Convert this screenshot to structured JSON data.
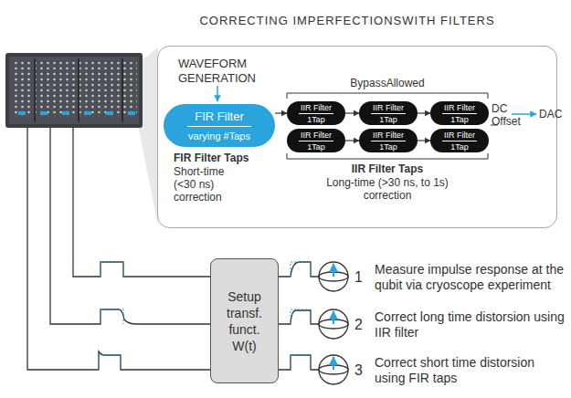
{
  "diagram": {
    "title": "CORRECTING IMPERFECTIONSWITH FILTERS",
    "nodes": [
      {
        "text": [
          "WAVEFORM GENERATION"
        ]
      },
      {
        "text": [
          "FIR Filter",
          "varying #Taps"
        ],
        "in": 0
      },
      {
        "text": [
          "IIR Filter",
          "1Tap"
        ],
        "in": 0
      },
      {
        "text": [
          "IIR Filter",
          "1Tap"
        ],
        "in": 0
      },
      {
        "text": [
          "IIR Filter",
          "1Tap"
        ],
        "in": 0
      },
      {
        "text": [
          "IIR Filter",
          "1Tap"
        ],
        "in": 0
      },
      {
        "text": [
          "IIR Filter",
          "1Tap"
        ],
        "in": 0
      },
      {
        "text": [
          "IIR Filter",
          "1Tap"
        ],
        "in": 0
      },
      {
        "text": [
          "Setup transf. funct. W(t)"
        ]
      }
    ],
    "edges": [
      {
        "from": 1,
        "to": 2,
        "arrow": "to"
      },
      {
        "from": 2,
        "to": 3,
        "arrow": "to"
      },
      {
        "from": 3,
        "to": 4,
        "arrow": "to"
      },
      {
        "from": 5,
        "to": 6,
        "arrow": "to"
      },
      {
        "from": 6,
        "to": 7,
        "arrow": "to"
      }
    ],
    "labels": [
      "BypassAllowed",
      "DC Offset",
      "DAC",
      "FIR Filter Taps",
      "Short-time (<30 ns) correction",
      "IIR Filter Taps",
      "Long-time (>30 ns, to 1s) correction",
      "1",
      "Measure impulse response at the qubit via cryoscope experiment",
      "2",
      "Correct long time distorsion using IIR filter",
      "3",
      "Correct short time distorsion using FIR taps"
    ]
  }
}
